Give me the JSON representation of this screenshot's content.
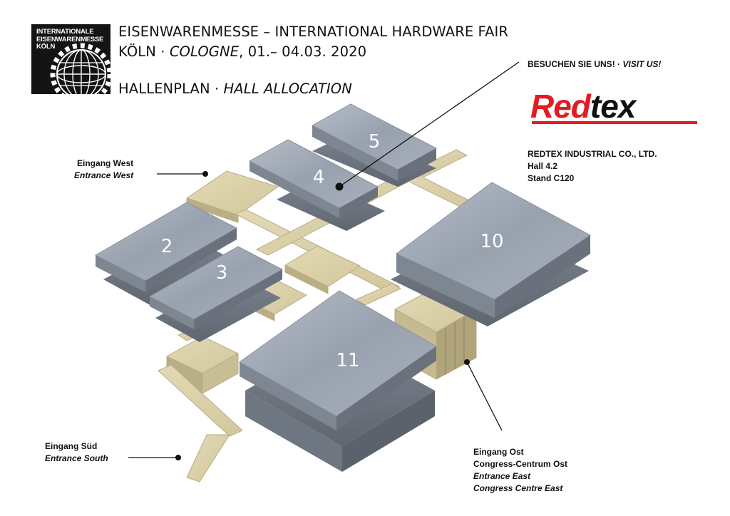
{
  "logo": {
    "lines": [
      "INTERNATIONALE",
      "EISENWARENMESSE",
      "KÖLN"
    ]
  },
  "header": {
    "title1": "EISENWARENMESSE – INTERNATIONAL HARDWARE FAIR",
    "title2_city": "KÖLN · ",
    "title2_city_en": "COLOGNE",
    "title2_dates": ", 01.– 04.03. 2020",
    "title3_de": "HALLENPLAN · ",
    "title3_en": "HALL ALLOCATION"
  },
  "visit": {
    "de": "BESUCHEN SIE UNS! · ",
    "en": "VISIT US!"
  },
  "brand": {
    "red": "Red",
    "black": "tex",
    "red_color": "#e31b23"
  },
  "company": {
    "name": "REDTEX INDUSTRIAL CO., LTD.",
    "hall": "Hall 4.2",
    "stand": "Stand C120"
  },
  "entrances": {
    "west": {
      "de": "Eingang West",
      "en": "Entrance West"
    },
    "south": {
      "de": "Eingang Süd",
      "en": "Entrance South"
    },
    "east": {
      "de1": "Eingang Ost",
      "de2": "Congress-Centrum Ost",
      "en1": "Entrance East",
      "en2": "Congress Centre East"
    }
  },
  "halls": [
    "2",
    "3",
    "4",
    "5",
    "10",
    "11"
  ],
  "colors": {
    "hall": "#9aa4b2",
    "corridor": "#d9cfa6"
  }
}
